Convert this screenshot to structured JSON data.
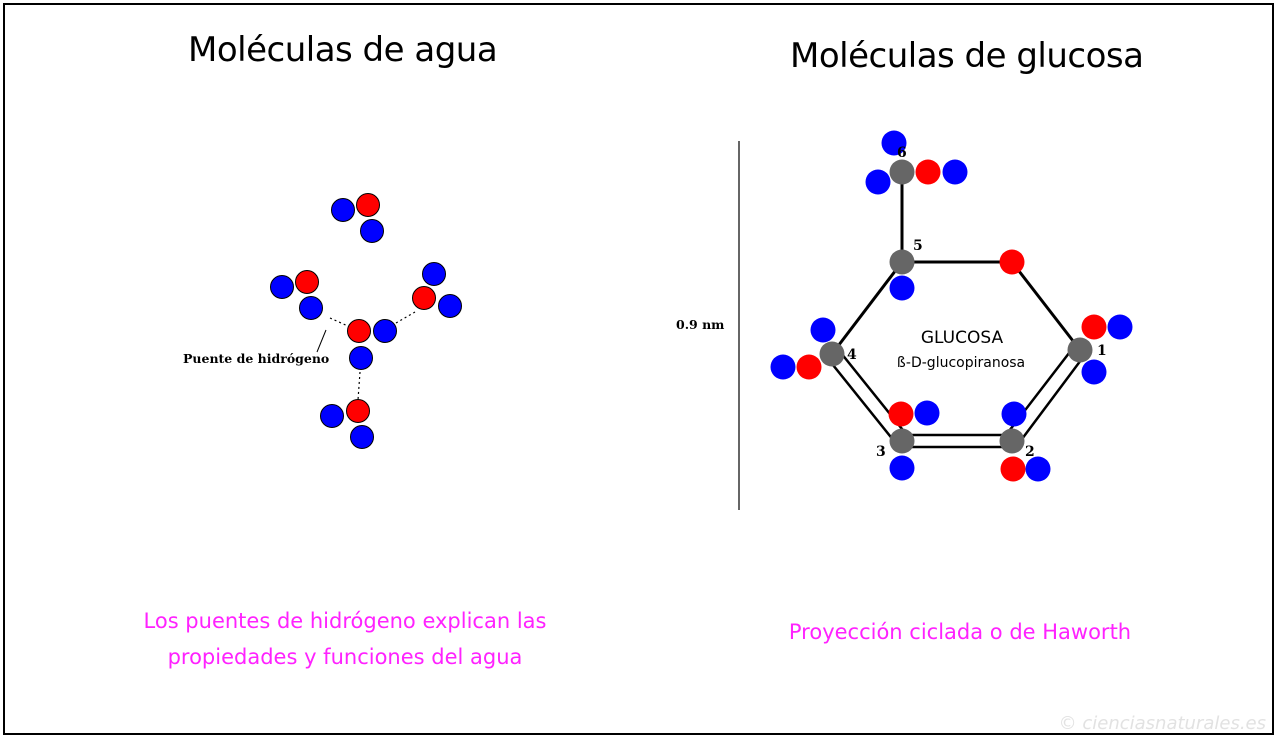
{
  "left_panel": {
    "title": "Moléculas de agua",
    "hbond_label": "Puente de hidrógeno",
    "caption_line1": "Los puentes de hidrógeno explican  las",
    "caption_line2": "propiedades y funciones del agua"
  },
  "right_panel": {
    "title": "Moléculas de glucosa",
    "scale_label": "0.9 nm",
    "ring_name": "GLUCOSA",
    "ring_subname": "ß-D-glucopiranosa",
    "carbon_numbers": [
      "1",
      "2",
      "3",
      "4",
      "5",
      "6"
    ],
    "caption": "Proyección ciclada o de Haworth"
  },
  "watermark": "© cienciasnaturales.es",
  "colors": {
    "oxygen": "#ff0000",
    "hydrogen": "#0000ff",
    "carbon": "#666666",
    "caption": "#ff22ff",
    "bond": "#000000"
  }
}
